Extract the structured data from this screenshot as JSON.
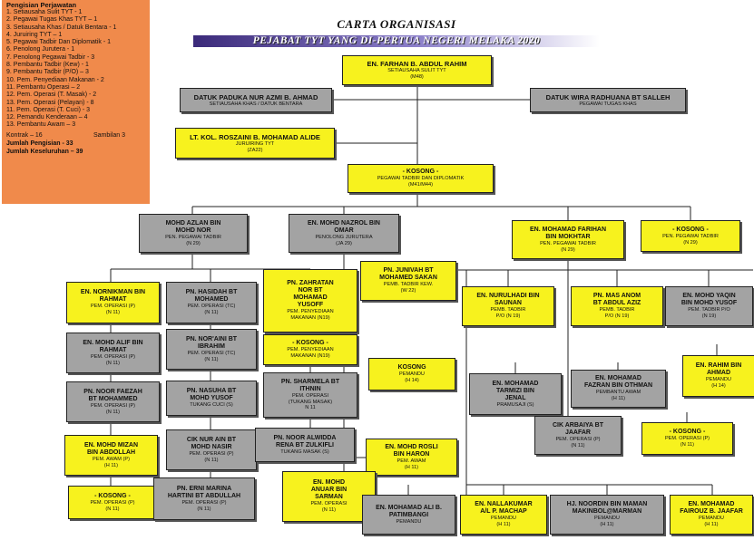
{
  "title": {
    "line1": "CARTA ORGANISASI",
    "line2": "PEJABAT TYT YANG DI-PERTUA NEGERI MELAKA 2020"
  },
  "legend": {
    "heading": "Pengisian Perjawatan",
    "items": [
      "1. Setiausaha Sulit TYT - 1",
      "2. Pegawai Tugas Khas TYT – 1",
      "3. Setiausaha Khas / Datuk Bentara - 1",
      "4. Juruiring TYT – 1",
      "5. Pegawai Tadbir Dan Diplomatik - 1",
      "6. Penolong Jurutera  - 1",
      "7. Penolong Pegawai Tadbir - 3",
      "8. Pembantu Tadbir (Kew) - 1",
      "9. Pembantu Tadbir (P/O) – 3",
      "10. Pem. Penyediaan Makanan - 2",
      "11. Pembantu Operasi – 2",
      "12. Pem. Operasi (T. Masak)  - 2",
      "13. Pem. Operasi (Pelayan) - 8",
      "11. Pem. Operasi (T. Cuci) - 3",
      "12. Pemandu Kenderaan – 4",
      "13. Pembantu Awam – 3"
    ],
    "kontrak": "Kontrak – 16",
    "sambilan": "Sambilan 3",
    "jumlah_pengisian": "Jumlah Pengisian - 33",
    "jumlah_keseluruhan": "Jumlah Keseluruhan – 39"
  },
  "nodes": [
    {
      "id": "farhan",
      "name": "EN. FARHAN B. ABDUL RAHIM",
      "post": "SETIAUSAHA SULIT TYT",
      "code": "(M48)"
    },
    {
      "id": "azmi",
      "name": "DATUK PADUKA NUR AZMI B. AHMAD",
      "post": "SETIAUSAHA KHAS / DATUK BENTARA",
      "code": ""
    },
    {
      "id": "radhuana",
      "name": "DATUK WIRA RADHUANA BT SALLEH",
      "post": "PEGAWAI TUGAS KHAS",
      "code": ""
    },
    {
      "id": "roszaini",
      "name": "LT. KOL. ROSZAINI  B. MOHAMAD ALIDE",
      "post": "JURUIRING TYT",
      "code": "(ZA22)"
    },
    {
      "id": "kosong_m41",
      "name": "-  KOSONG  -",
      "post": "PEGAWAI TADBIR DAN DIPLOMATIK",
      "code": "(M41/M44)"
    },
    {
      "id": "azlan",
      "name": "MOHD AZLAN BIN\nMOHD NOR",
      "post": "PEN. PEGAWAI TADBIR",
      "code": "(N 29)"
    },
    {
      "id": "nazrol",
      "name": "EN. MOHD NAZROL  BIN\nOMAR",
      "post": "PENOLONG JURUTERA",
      "code": "(JA 29)"
    },
    {
      "id": "farihan",
      "name": "EN. MOHAMAD FARIHAN\nBIN MOKHTAR",
      "post": "PEN. PEGAWAI TADBIR",
      "code": "(N 29)"
    },
    {
      "id": "kosong_n29",
      "name": "-  KOSONG  -",
      "post": "PEN. PEGAWAI TADBIR",
      "code": "(N 29)"
    },
    {
      "id": "nornikman",
      "name": "EN. NORNIKMAN BIN\nRAHMAT",
      "post": "PEM. OPERASI (P)",
      "code": "(N 11)"
    },
    {
      "id": "hasidah",
      "name": "PN. HASIDAH BT\nMOHAMED",
      "post": "PEM. OPERASI (TC)",
      "code": "(N 11)"
    },
    {
      "id": "zahratan",
      "name": "PN. ZAHRATAN\nNOR BT\nMOHAMAD\nYUSOFF",
      "post": "PEM. PENYEDIAAN\nMAKANAN (N19)",
      "code": ""
    },
    {
      "id": "junivah",
      "name": "PN. JUNIVAH BT\nMOHAMED SAKAN",
      "post": "PEMB. TADBIR KEW.",
      "code": "(W 22)"
    },
    {
      "id": "nurulhadi",
      "name": "EN. NURULHADI BIN\nSAUNAN",
      "post": "PEMB. TADBIR\nP/O (N 19)",
      "code": ""
    },
    {
      "id": "anom",
      "name": "PN. MAS ANOM\nBT ABDUL AZIZ",
      "post": "PEMB. TADBIR\nP/O (N 19)",
      "code": ""
    },
    {
      "id": "yaqin",
      "name": "EN. MOHD YAQIN\nBIN MOHD YUSOF",
      "post": "PEM. TADBIR P/O",
      "code": "(N 19)"
    },
    {
      "id": "alif",
      "name": "EN. MOHD ALIF BIN\nRAHMAT",
      "post": "PEM. OPERASI (P)",
      "code": "(N 11)"
    },
    {
      "id": "noraini",
      "name": "PN. NOR'AINI BT\nIBRAHIM",
      "post": "PEM. OPERASI (TC)",
      "code": "(N 11)"
    },
    {
      "id": "kosong_n19",
      "name": "-  KOSONG  -",
      "post": "PEM. PENYEDIAAN\nMAKANAN (N19)",
      "code": ""
    },
    {
      "id": "kosong_h14",
      "name": "KOSONG",
      "post": "PEMANDU",
      "code": "(H 14)"
    },
    {
      "id": "tarmizi",
      "name": "EN. MOHAMAD\nTARMIZI BIN\nJENAL",
      "post": "PRAMUSAJI (S)",
      "code": ""
    },
    {
      "id": "fazran",
      "name": "EN. MOHAMAD\nFAZRAN BIN OTHMAN",
      "post": "PEMBANTU AWAM",
      "code": "(H 11)"
    },
    {
      "id": "rahim",
      "name": "EN. RAHIM BIN\nAHMAD",
      "post": "PEMANDU",
      "code": "(H 14)"
    },
    {
      "id": "faezah",
      "name": "PN. NOOR FAEZAH\nBT MOHAMMED",
      "post": "PEM. OPERASI (P)",
      "code": "(N 11)"
    },
    {
      "id": "nasuha",
      "name": "PN. NASUHA BT\nMOHD YUSOF",
      "post": "TUKANG CUCI (S)",
      "code": ""
    },
    {
      "id": "sharmela",
      "name": "PN. SHARMELA BT\nITHNIN",
      "post": "PEM. OPERASI\n(TUKANG MASAK)",
      "code": "N 11"
    },
    {
      "id": "arbaiya",
      "name": "CIK ARBAIYA BT\nJAAFAR",
      "post": "PEM. OPERASI (P)",
      "code": "(N 11)"
    },
    {
      "id": "kosong_pem_op_r",
      "name": "-  KOSONG  -",
      "post": "PEM. OPERASI (P)",
      "code": "(N 11)"
    },
    {
      "id": "mizan",
      "name": "EN. MOHD MIZAN\nBIN ABDOLLAH",
      "post": "PEM. AWAM (P)",
      "code": "(H 11)"
    },
    {
      "id": "nurain",
      "name": "CIK NUR AIN BT\nMOHD NASIR",
      "post": "PEM. OPERASI (P)",
      "code": "(N 11)"
    },
    {
      "id": "alwidda",
      "name": "PN. NOOR ALWIDDA\nRENA BT ZULKIFLI",
      "post": "TUKANG MASAK (S)",
      "code": ""
    },
    {
      "id": "rosli",
      "name": "EN. MOHD ROSLI\nBIN HARON",
      "post": "PEM. AWAM",
      "code": "(H 11)"
    },
    {
      "id": "kosong_pem_op_l",
      "name": "-  KOSONG  -",
      "post": "PEM. OPERASI (P)",
      "code": "(N 11)"
    },
    {
      "id": "erni",
      "name": "PN. ERNI MARINA\nHARTINI BT ABDULLAH",
      "post": "PEM. OPERASI (P)",
      "code": "(N 11)"
    },
    {
      "id": "anuar",
      "name": "EN. MOHD\nANUAR BIN\nSARMAN",
      "post": "PEM. OPERASI",
      "code": "(N 11)"
    },
    {
      "id": "aliB",
      "name": "EN. MOHAMAD ALI B.\nPATIMBANGI",
      "post": "PEMANDU",
      "code": ""
    },
    {
      "id": "nallakumar",
      "name": "EN. NALLAKUMAR\nA/L P. MACHAP",
      "post": "PEMANDU",
      "code": "(H 11)"
    },
    {
      "id": "noordin",
      "name": "HJ. NOORDIN BIN MAMAN\nMAKINBOL@MARMAN",
      "post": "PEMANDU",
      "code": "(H 11)"
    },
    {
      "id": "fairouz",
      "name": "EN. MOHAMAD\nFAIROUZ B. JAAFAR",
      "post": "PEMANDU",
      "code": "(H 11)"
    }
  ],
  "colors": {
    "vacant": "#f7f21e",
    "filled": "#a3a3a3",
    "legend_bg": "#f08a4b",
    "line": "#222222"
  }
}
